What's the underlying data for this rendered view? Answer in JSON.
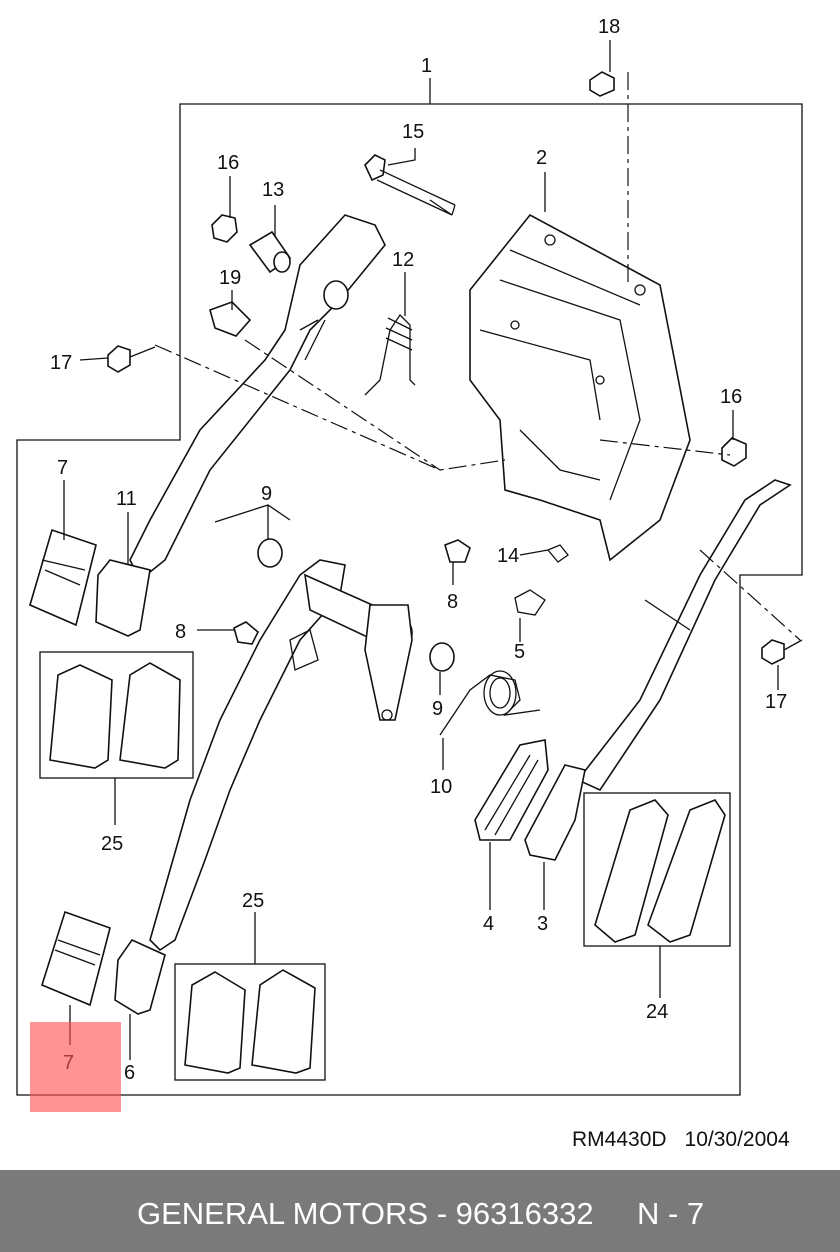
{
  "callouts": {
    "c1": "1",
    "c2": "2",
    "c3": "3",
    "c4": "4",
    "c5": "5",
    "c6": "6",
    "c7a": "7",
    "c7b": "7",
    "c8a": "8",
    "c8b": "8",
    "c9a": "9",
    "c9b": "9",
    "c10": "10",
    "c11": "11",
    "c12": "12",
    "c13": "13",
    "c14": "14",
    "c15": "15",
    "c16a": "16",
    "c16b": "16",
    "c17a": "17",
    "c17b": "17",
    "c18": "18",
    "c19": "19",
    "c24": "24",
    "c25a": "25",
    "c25b": "25"
  },
  "reference": {
    "code": "RM4430D",
    "date": "10/30/2004"
  },
  "footer": {
    "brand": "GENERAL MOTORS - 96316332",
    "page": "N - 7"
  },
  "colors": {
    "highlight": "#ff5050",
    "footer_bg": "#7a7a7a",
    "footer_text": "#ffffff"
  }
}
